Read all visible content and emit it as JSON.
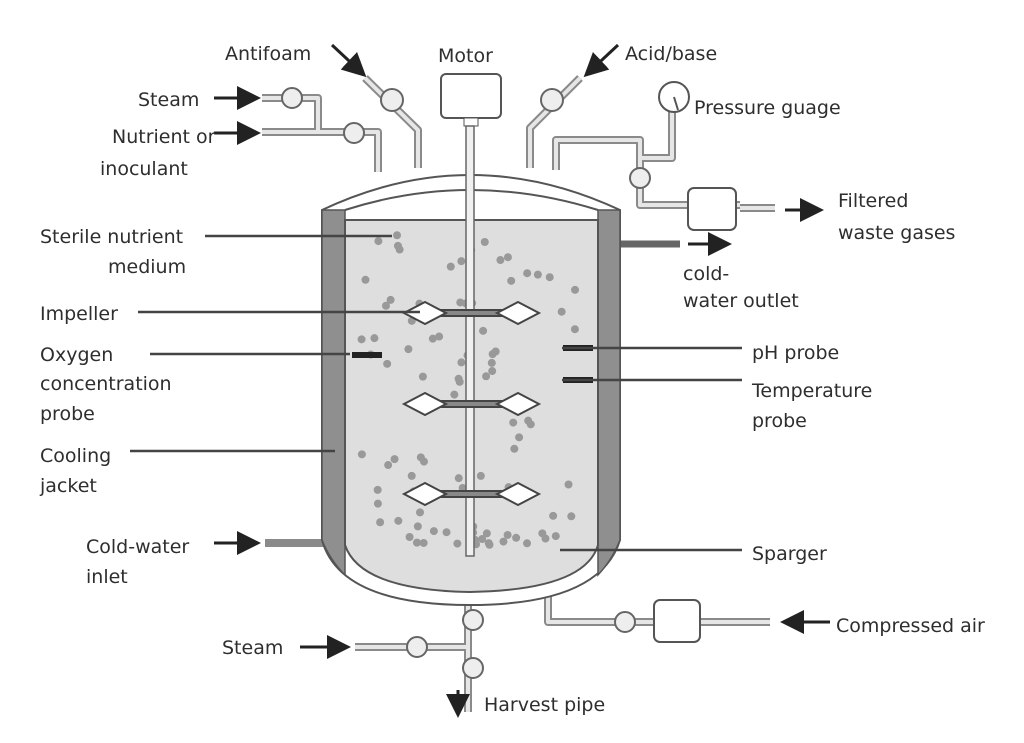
{
  "title": "Bioreactor (fermenter) diagram",
  "labels": {
    "antifoam": "Antifoam",
    "motor": "Motor",
    "acid_base": "Acid/base",
    "steam_top": "Steam",
    "nutrient": [
      "Nutrient or",
      "inoculant"
    ],
    "pressure": "Pressure guage",
    "filtered": [
      "Filtered",
      "waste gases"
    ],
    "sterile": [
      "Sterile nutrient",
      "medium"
    ],
    "outlet": [
      "cold-",
      "water outlet"
    ],
    "impeller": "Impeller",
    "oxygen": [
      "Oxygen",
      "concentration",
      "probe"
    ],
    "ph": "pH probe",
    "temperature": [
      "Temperature",
      "probe"
    ],
    "cooling": [
      "Cooling",
      "jacket"
    ],
    "sparger": "Sparger",
    "inlet": [
      "Cold-water",
      "inlet"
    ],
    "air": "Compressed air",
    "steam_bottom": "Steam",
    "harvest": "Harvest pipe"
  },
  "colors": {
    "jacket": "#8f8f8f",
    "medium": "#dedede",
    "line": "#444444"
  }
}
